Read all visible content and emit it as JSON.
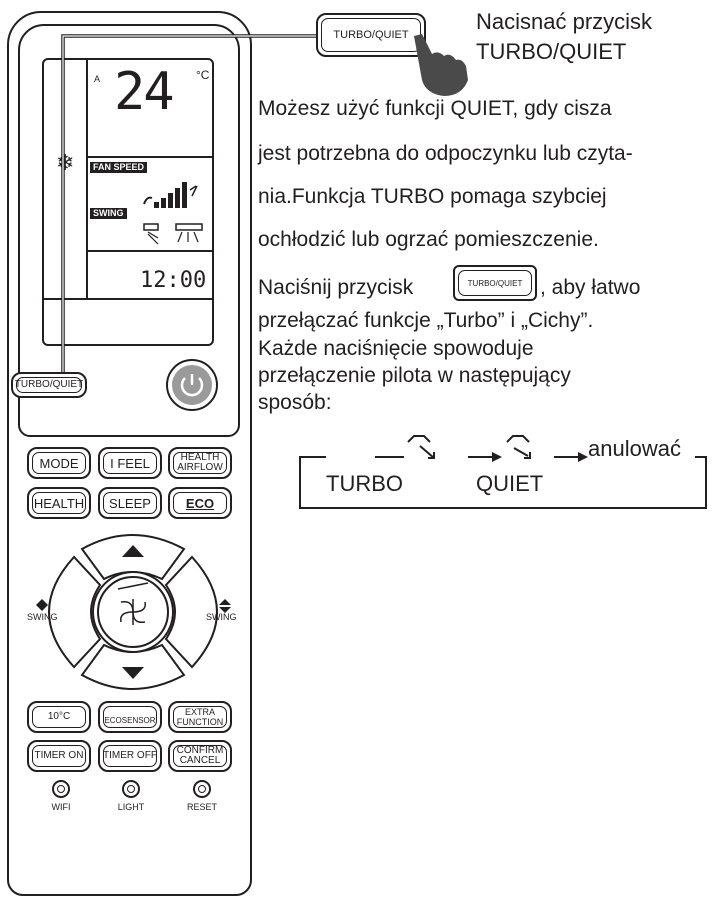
{
  "remote": {
    "lcd": {
      "temperature": "24",
      "unit": "°C",
      "mode_letter": "A",
      "fan_speed_label": "FAN SPEED",
      "swing_label": "SWING",
      "clock": "12:00"
    },
    "turbo_quiet_label": "TURBO/QUIET",
    "power_icon": "power-icon",
    "buttons_row1": [
      "MODE",
      "I FEEL",
      "HEALTH AIRFLOW"
    ],
    "buttons_row2": [
      "HEALTH",
      "SLEEP",
      "ECO"
    ],
    "swing_left_label": "SWING",
    "swing_right_label": "SWING",
    "buttons_row3": [
      "10°C",
      "ECOSENSOR",
      "EXTRA FUNCTION"
    ],
    "buttons_row4": [
      "TIMER ON",
      "TIMER OFF",
      "CONFIRM CANCEL"
    ],
    "leds": [
      "WIFI",
      "LIGHT",
      "RESET"
    ]
  },
  "callout": {
    "button_label": "TURBO/QUIET",
    "instruction_line1": "Nacisnać przycisk",
    "instruction_line2": "TURBO/QUIET"
  },
  "description": {
    "line1": "Możesz użyć funkcji QUIET, gdy cisza",
    "line2": "jest potrzebna do odpoczynku lub czyta-",
    "line3": "nia.Funkcja TURBO pomaga szybciej",
    "line4": "ochłodzić lub ogrzać pomieszczenie.",
    "press_prefix": "Naciśnij przycisk",
    "inline_button_label": "TURBO/QUIET",
    "press_suffix": ", aby łatwo",
    "line6": "przełączać funkcje „Turbo” i „Cichy”.",
    "line7": "Każde naciśnięcie spowoduje",
    "line8": "przełączenie pilota w następujący",
    "line9": "sposób:"
  },
  "sequence": {
    "step1": "TURBO",
    "step2": "QUIET",
    "step3": "anulować"
  }
}
